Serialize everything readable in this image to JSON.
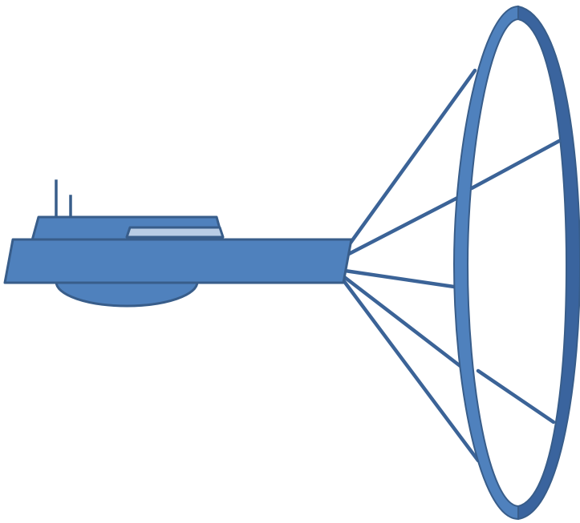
{
  "colors": {
    "background": "#ffffff",
    "body_fill": "#4F81BD",
    "outline": "#385D8A",
    "ring_light": "#4F81BD",
    "ring_dark": "#3A649E",
    "window_fill": "#B9CDE5",
    "line": "#3B6397"
  },
  "parts": {
    "hull": "ship-hull-platform",
    "superstructure": "deck-house",
    "window": "deck-window",
    "underside": "underside-dome",
    "masts": "antenna-masts",
    "ring": "hoop-ring",
    "cables": "connecting-cables"
  }
}
